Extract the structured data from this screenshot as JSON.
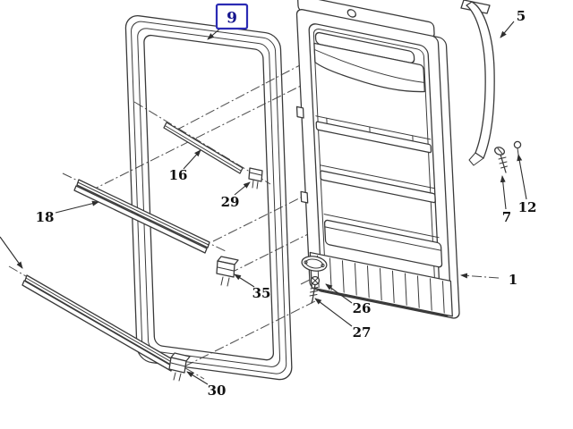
{
  "diagram": {
    "colors": {
      "background": "#ffffff",
      "line": "#3a3a3a",
      "highlight_box": "#2b2bb4",
      "highlight_text": "#15158e",
      "label": "#111111"
    },
    "callouts": {
      "c1": {
        "label": "1"
      },
      "c5": {
        "label": "5"
      },
      "c7": {
        "label": "7"
      },
      "c9": {
        "label": "9",
        "highlighted": true
      },
      "c12": {
        "label": "12"
      },
      "c16": {
        "label": "16"
      },
      "c18": {
        "label": "18"
      },
      "c26": {
        "label": "26"
      },
      "c27": {
        "label": "27"
      },
      "c29": {
        "label": "29"
      },
      "c30": {
        "label": "30"
      },
      "c35": {
        "label": "35"
      }
    }
  }
}
